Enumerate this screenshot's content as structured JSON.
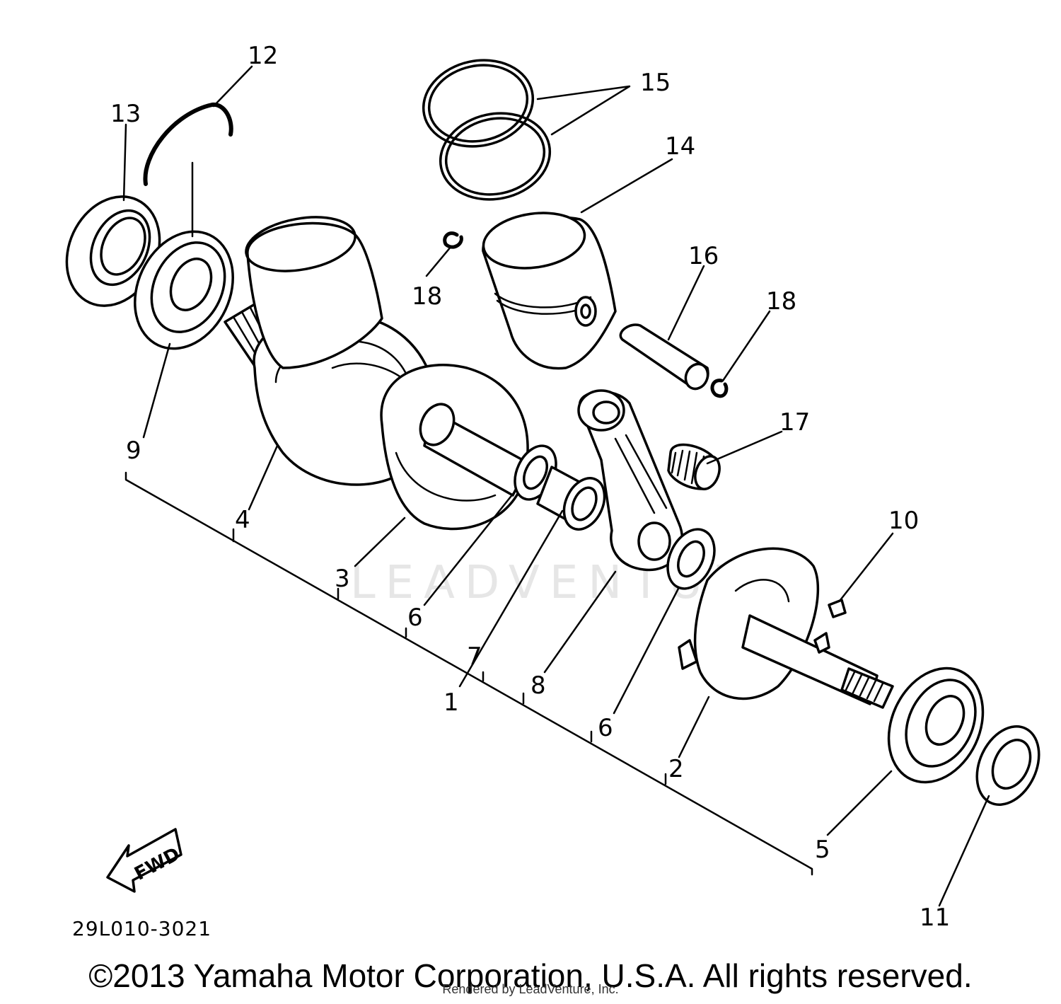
{
  "watermark": "LEADVENTURE",
  "callouts": {
    "c1": "1",
    "c2": "2",
    "c3": "3",
    "c4": "4",
    "c5": "5",
    "c6a": "6",
    "c6b": "6",
    "c7": "7",
    "c8": "8",
    "c9": "9",
    "c10": "10",
    "c11": "11",
    "c12": "12",
    "c13": "13",
    "c14": "14",
    "c15": "15",
    "c16": "16",
    "c17": "17",
    "c18a": "18",
    "c18b": "18"
  },
  "fwd_label": "FWD",
  "diagram_code": "29L010-3021",
  "copyright": "©2013 Yamaha Motor Corporation, U.S.A. All rights reserved.",
  "rendered_by": "Rendered by LeadVenture, Inc."
}
